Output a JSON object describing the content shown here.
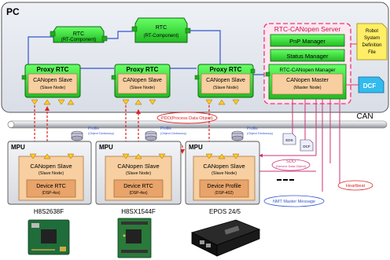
{
  "pc": {
    "title": "PC",
    "rtc1": {
      "name": "RTC",
      "sub": "(RT-Component)"
    },
    "rtc2": {
      "name": "RTC",
      "sub": "(RT-Component)"
    },
    "proxies": [
      {
        "title": "Proxy RTC",
        "slave": "CANopen Slave",
        "sub": "(Slave Node)"
      },
      {
        "title": "Proxy RTC",
        "slave": "CANopen Slave",
        "sub": "(Slave Node)"
      },
      {
        "title": "Proxy RTC",
        "slave": "CANopen Slave",
        "sub": "(Slave Node)"
      }
    ],
    "server": {
      "title": "RTC-CANopen Server",
      "pnp": "PnP Manager",
      "status": "Status Manager",
      "rtc_manager": "RTC-CANopen Manager",
      "master": "CANopen Master",
      "master_sub": "(Master Node)"
    },
    "robot_file": [
      "Robot",
      "System",
      "Definition",
      "File"
    ],
    "dcf": "DCF"
  },
  "can": {
    "label": "CAN"
  },
  "annotations": {
    "pdo": "PDO(Process Data Object)",
    "profile": [
      "Profile",
      "(Object Dictionary)"
    ],
    "eds": "EDS",
    "dcf_small": "DCF",
    "sdo": "SDO",
    "sdo_sub": "(Service Data Object)",
    "heartbeat": "Heartbeat",
    "nmt": "NMT Master Message"
  },
  "mpus": [
    {
      "title": "MPU",
      "slave": "CANopen Slave",
      "slave_sub": "(Slave Node)",
      "device": "Device RTC",
      "device_sub": "(DSP-4xx)",
      "board": "H8S2638F"
    },
    {
      "title": "MPU",
      "slave": "CANopen Slave",
      "slave_sub": "(Slave Node)",
      "device": "Device RTC",
      "device_sub": "(DSP-4xx)",
      "board": "H8SX1544F"
    },
    {
      "title": "MPU",
      "slave": "CANopen Slave",
      "slave_sub": "(Slave Node)",
      "device": "Device Profile",
      "device_sub": "(DSP-402)",
      "board": "EPOS 24/5"
    }
  ],
  "colors": {
    "green_bright": "#33dd33",
    "green_dark": "#118811",
    "orange_box": "#f7cfa0",
    "server_border": "#ee3377",
    "pink_bg": "#fde7ee",
    "can_blue": "#5577ee",
    "red_dash": "#dd2222",
    "yellow_file": "#ffee66",
    "dcf_cyan": "#33bbee"
  }
}
